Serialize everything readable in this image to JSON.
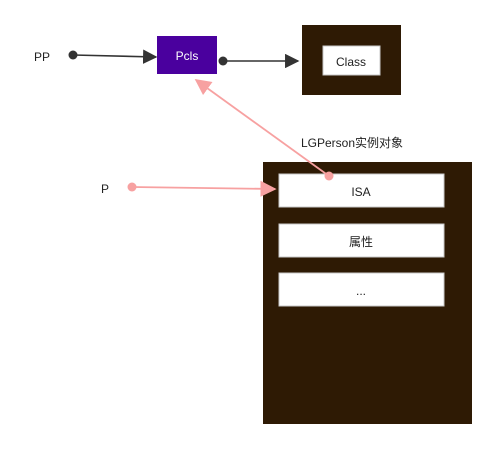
{
  "labels": {
    "pp": "PP",
    "p": "P",
    "pcls": "Pcls",
    "class": "Class",
    "object_title": "LGPerson实例对象",
    "isa": "ISA",
    "attributes": "属性",
    "more": "..."
  },
  "colors": {
    "pcls_fill": "#4a009e",
    "dark_block": "#2e1a04",
    "pink_arrow": "#f7a1a1",
    "black_arrow": "#333333",
    "slot_border": "#c8c8c8",
    "white_text": "#ffffff",
    "text": "#222222"
  }
}
